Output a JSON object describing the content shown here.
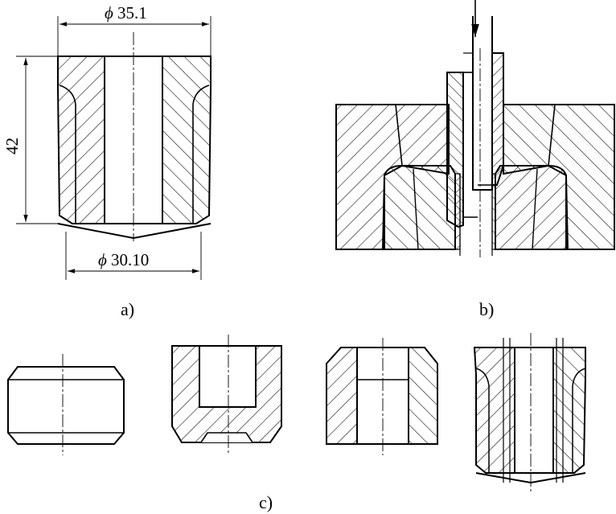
{
  "figure": {
    "labels": {
      "a": "a)",
      "b": "b)",
      "c": "c)"
    },
    "dimensions": {
      "top_diameter": {
        "symbol": "ϕ",
        "value": "35.1"
      },
      "bottom_diameter": {
        "symbol": "ϕ",
        "value": "30.10"
      },
      "height": "42"
    }
  }
}
